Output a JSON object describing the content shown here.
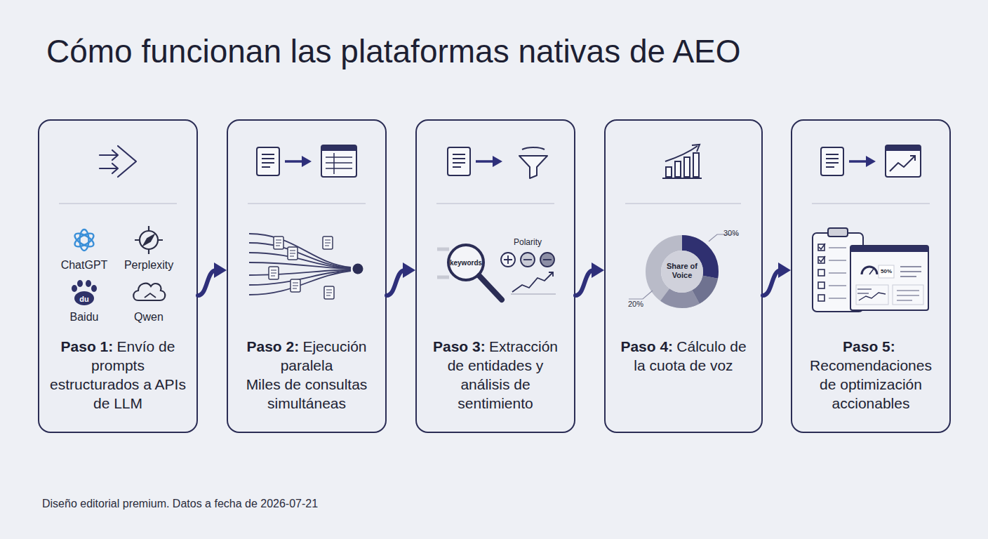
{
  "diagram": {
    "title": "Cómo funcionan las plataformas nativas de AEO",
    "caption": "Diseño editorial premium. Datos a fecha de 2026-07-21",
    "nodes": [
      {
        "text": [
          "Paso 1:",
          "Envío de prompts estructurados a APIs de LLM"
        ]
      },
      {
        "text": [
          "Paso 2:",
          "Ejecución paralela",
          "Miles de consultas simultáneas"
        ]
      },
      {
        "text": [
          "Paso 3:",
          "Extracción de entidades y análisis de sentimiento"
        ]
      },
      {
        "text": [
          "Paso 4:",
          "Cálculo de la cuota de voz"
        ]
      },
      {
        "text": [
          "Paso 5:",
          "Recomendaciones de optimización accionables"
        ]
      }
    ],
    "edges": [
      {
        "from": 0,
        "to": 1,
        "arrow": "to"
      },
      {
        "from": 1,
        "to": 2,
        "arrow": "to"
      },
      {
        "from": 2,
        "to": 3,
        "arrow": "to"
      },
      {
        "from": 3,
        "to": 4,
        "arrow": "to"
      }
    ],
    "labels": [
      "ChatGPT",
      "Perplexity",
      "du",
      "Baidu",
      "Qwen",
      "keywords",
      "Polarity",
      "Share of Voice",
      "30%",
      "20%",
      "50%"
    ]
  }
}
